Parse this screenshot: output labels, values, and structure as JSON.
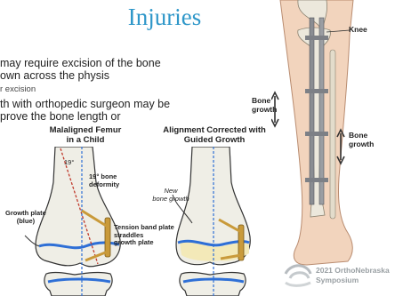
{
  "slide": {
    "title": "Injuries",
    "lines": [
      "may require excision of the bone",
      "own across the physis",
      "r excision",
      "th with orthopedic surgeon may be",
      "prove the bone length or"
    ]
  },
  "figure_left": {
    "title_line1": "Malaligned Femur",
    "title_line2": "in a Child",
    "angle": "19°",
    "deformity_line1": "19° bone",
    "deformity_line2": "deformity",
    "growth_plate_line1": "Growth plate",
    "growth_plate_line2": "(blue)",
    "tension_line1": "Tension band plate",
    "tension_line2": "straddles",
    "tension_line3": "growth plate"
  },
  "figure_right": {
    "title_line1": "Alignment Corrected with",
    "title_line2": "Guided Growth",
    "new_bone_line1": "New",
    "new_bone_line2": "bone growth"
  },
  "leg_figure": {
    "knee": "Knee",
    "bone_growth_left_1": "Bone",
    "bone_growth_left_2": "growth",
    "bone_growth_right_1": "Bone",
    "bone_growth_right_2": "growth"
  },
  "footer": {
    "line1": "2021 OrthoNebraska",
    "line2": "Symposium"
  },
  "colors": {
    "title": "#2f97c9",
    "growth_plate": "#2e6fd6",
    "deformity_line": "#c0392b",
    "new_bone": "#f3e9b8",
    "plate": "#c99a3a"
  }
}
